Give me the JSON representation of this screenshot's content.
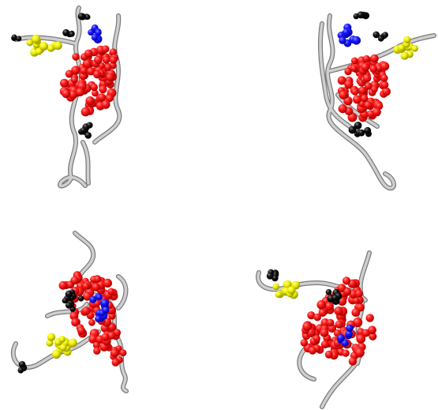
{
  "figure": {
    "colors": {
      "background": "#ffffff",
      "backbone": "#c8c8c8",
      "backbone_edge": "#7a7a7a",
      "red_residues": "#ff1a1a",
      "blue_residues": "#1a1aff",
      "yellow_residues": "#f2f20a",
      "black_residues": "#111111"
    },
    "panels": [
      {
        "id": "view-1",
        "view": "front"
      },
      {
        "id": "view-2",
        "view": "back"
      },
      {
        "id": "view-3",
        "view": "side-left"
      },
      {
        "id": "view-4",
        "view": "side-right"
      }
    ]
  }
}
